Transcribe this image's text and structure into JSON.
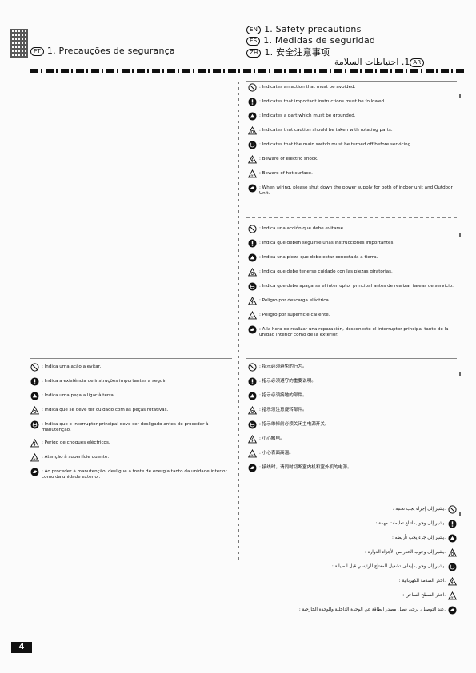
{
  "headers": {
    "pt": {
      "lang": "PT",
      "title": "1. Precauções de segurança"
    },
    "en": {
      "lang": "EN",
      "title": "1. Safety precautions"
    },
    "es": {
      "lang": "ES",
      "title": "1. Medidas de seguridad"
    },
    "zh": {
      "lang": "ZH",
      "title": "1. 安全注意事项"
    },
    "ar": {
      "lang": "AR",
      "title": "1. احتياطات السلامة"
    }
  },
  "sections": {
    "en": [
      {
        "icon": "prohibited-icon",
        "text": ": Indicates an action that must be avoided."
      },
      {
        "icon": "mandatory-icon",
        "text": ": Indicates that important instructions must be followed."
      },
      {
        "icon": "hand-icon",
        "text": ": Indicates a part which must be grounded."
      },
      {
        "icon": "warning-icon",
        "text": ": Indicates that caution should be taken with rotating parts."
      },
      {
        "icon": "unplug-icon",
        "text": ": Indicates that the main switch must be turned off before servicing."
      },
      {
        "icon": "shock-icon",
        "text": ": Beware of electric shock."
      },
      {
        "icon": "hot-surface-icon",
        "text": ": Beware of hot surface."
      },
      {
        "icon": "eco-icon",
        "text": ": When wiring, please shut down the power supply for both of indoor unit and Outdoor Unit."
      }
    ],
    "es": [
      {
        "icon": "prohibited-icon",
        "text": ": Indica una acción que debe evitarse."
      },
      {
        "icon": "mandatory-icon",
        "text": ": Indica que deben seguirse unas instrucciones importantes."
      },
      {
        "icon": "hand-icon",
        "text": ": Indica una pieza que debe estar conectada a tierra."
      },
      {
        "icon": "warning-icon",
        "text": ": Indica que debe tenerse cuidado con las piezas giratorias."
      },
      {
        "icon": "unplug-icon",
        "text": ": Indica que debe apagarse el interruptor principal antes de realizar tareas de servicio."
      },
      {
        "icon": "shock-icon",
        "text": ": Peligro por descarga eléctrica."
      },
      {
        "icon": "hot-surface-icon",
        "text": ": Peligro por superficie caliente."
      },
      {
        "icon": "eco-icon",
        "text": ": A la hora de realizar una reparación, desconecte el interruptor principal tanto de la unidad interior como de la exterior."
      }
    ],
    "pt": [
      {
        "icon": "prohibited-icon",
        "text": ": Indica uma ação a evitar."
      },
      {
        "icon": "mandatory-icon",
        "text": ": Indica a existência de instruções importantes a seguir."
      },
      {
        "icon": "hand-icon",
        "text": ": Indica uma peça a ligar à terra."
      },
      {
        "icon": "warning-icon",
        "text": ": Indica que se deve ter cuidado com as peças rotativas."
      },
      {
        "icon": "unplug-icon",
        "text": ": Indica que o interruptor principal deve ser desligado antes de proceder à manutenção."
      },
      {
        "icon": "shock-icon",
        "text": ": Perigo de choques eléctricos."
      },
      {
        "icon": "hot-surface-icon",
        "text": ": Atenção à superfície quente."
      },
      {
        "icon": "eco-icon",
        "text": ": Ao proceder à manutenção, desligue a fonte de energia tanto da unidade interior como da unidade exterior."
      }
    ],
    "zh": [
      {
        "icon": "prohibited-icon",
        "text": ": 指示必须避免的行为。"
      },
      {
        "icon": "mandatory-icon",
        "text": ": 指示必须遵守的重要说明。"
      },
      {
        "icon": "hand-icon",
        "text": ": 指示必须接地的部件。"
      },
      {
        "icon": "warning-icon",
        "text": ": 指示须注意旋转部件。"
      },
      {
        "icon": "unplug-icon",
        "text": ": 指示维修前必须关闭主电源开关。"
      },
      {
        "icon": "shock-icon",
        "text": ": 小心触电。"
      },
      {
        "icon": "hot-surface-icon",
        "text": ": 小心表面高温。"
      },
      {
        "icon": "eco-icon",
        "text": ": 接线时，请同时切断室内机和室外机的电源。"
      }
    ],
    "ar": [
      {
        "icon": "prohibited-icon",
        "text": ": يشير إلى إجراء يجب تجنبه."
      },
      {
        "icon": "mandatory-icon",
        "text": ": يشير إلى وجوب اتباع تعليمات مهمة."
      },
      {
        "icon": "hand-icon",
        "text": ": يشير إلى جزء يجب تأريضه."
      },
      {
        "icon": "warning-icon",
        "text": ": يشير إلى وجوب الحذر من الأجزاء الدوارة."
      },
      {
        "icon": "unplug-icon",
        "text": ": يشير إلى وجوب إيقاف تشغيل المفتاح الرئيسي قبل الصيانة."
      },
      {
        "icon": "shock-icon",
        "text": ": احذر الصدمة الكهربائية."
      },
      {
        "icon": "hot-surface-icon",
        "text": ": احذر السطح الساخن."
      },
      {
        "icon": "eco-icon",
        "text": ": عند التوصيل، يرجى فصل مصدر الطاقة عن الوحدة الداخلية والوحدة الخارجية."
      }
    ]
  },
  "page_number": "4"
}
